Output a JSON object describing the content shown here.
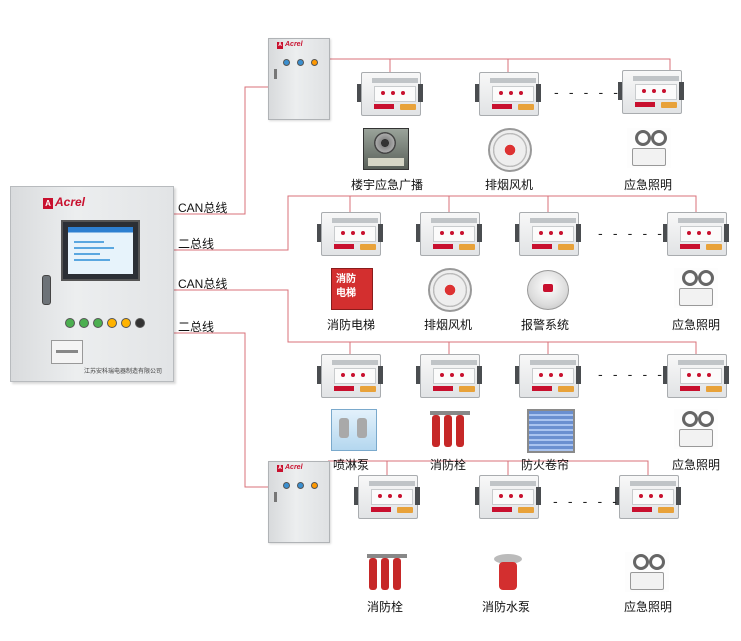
{
  "bus_labels": {
    "can_bus_1": "CAN总线",
    "two_wire_1": "二总线",
    "can_bus_2": "CAN总线",
    "two_wire_2": "二总线"
  },
  "main_cabinet": {
    "brand": "Acrel",
    "company": "江苏安科瑞电器制造有限公司"
  },
  "sub_cabinets": {
    "brand": "Acrel"
  },
  "rows": [
    {
      "devices": [
        "楼宇应急广播",
        "排烟风机",
        "应急照明"
      ]
    },
    {
      "devices": [
        "消防电梯",
        "排烟风机",
        "报警系统",
        "应急照明"
      ]
    },
    {
      "devices": [
        "喷淋泵",
        "消防栓",
        "防火卷帘",
        "应急照明"
      ]
    },
    {
      "devices": [
        "消防栓",
        "消防水泵",
        "应急照明"
      ]
    }
  ],
  "ellipsis": "- - - - -",
  "colors": {
    "wire": "#d9707a",
    "brand": "#c8102e"
  },
  "icons": {
    "broadcast": "loudspeaker-icon",
    "fan": "exhaust-fan-icon",
    "light": "emergency-light-icon",
    "elevator": "fire-elevator-icon",
    "smoke": "smoke-detector-icon",
    "sprinkler": "sprinkler-pump-icon",
    "hydrant": "fire-hydrant-icon",
    "door": "fire-shutter-icon",
    "pump": "water-pump-icon"
  }
}
